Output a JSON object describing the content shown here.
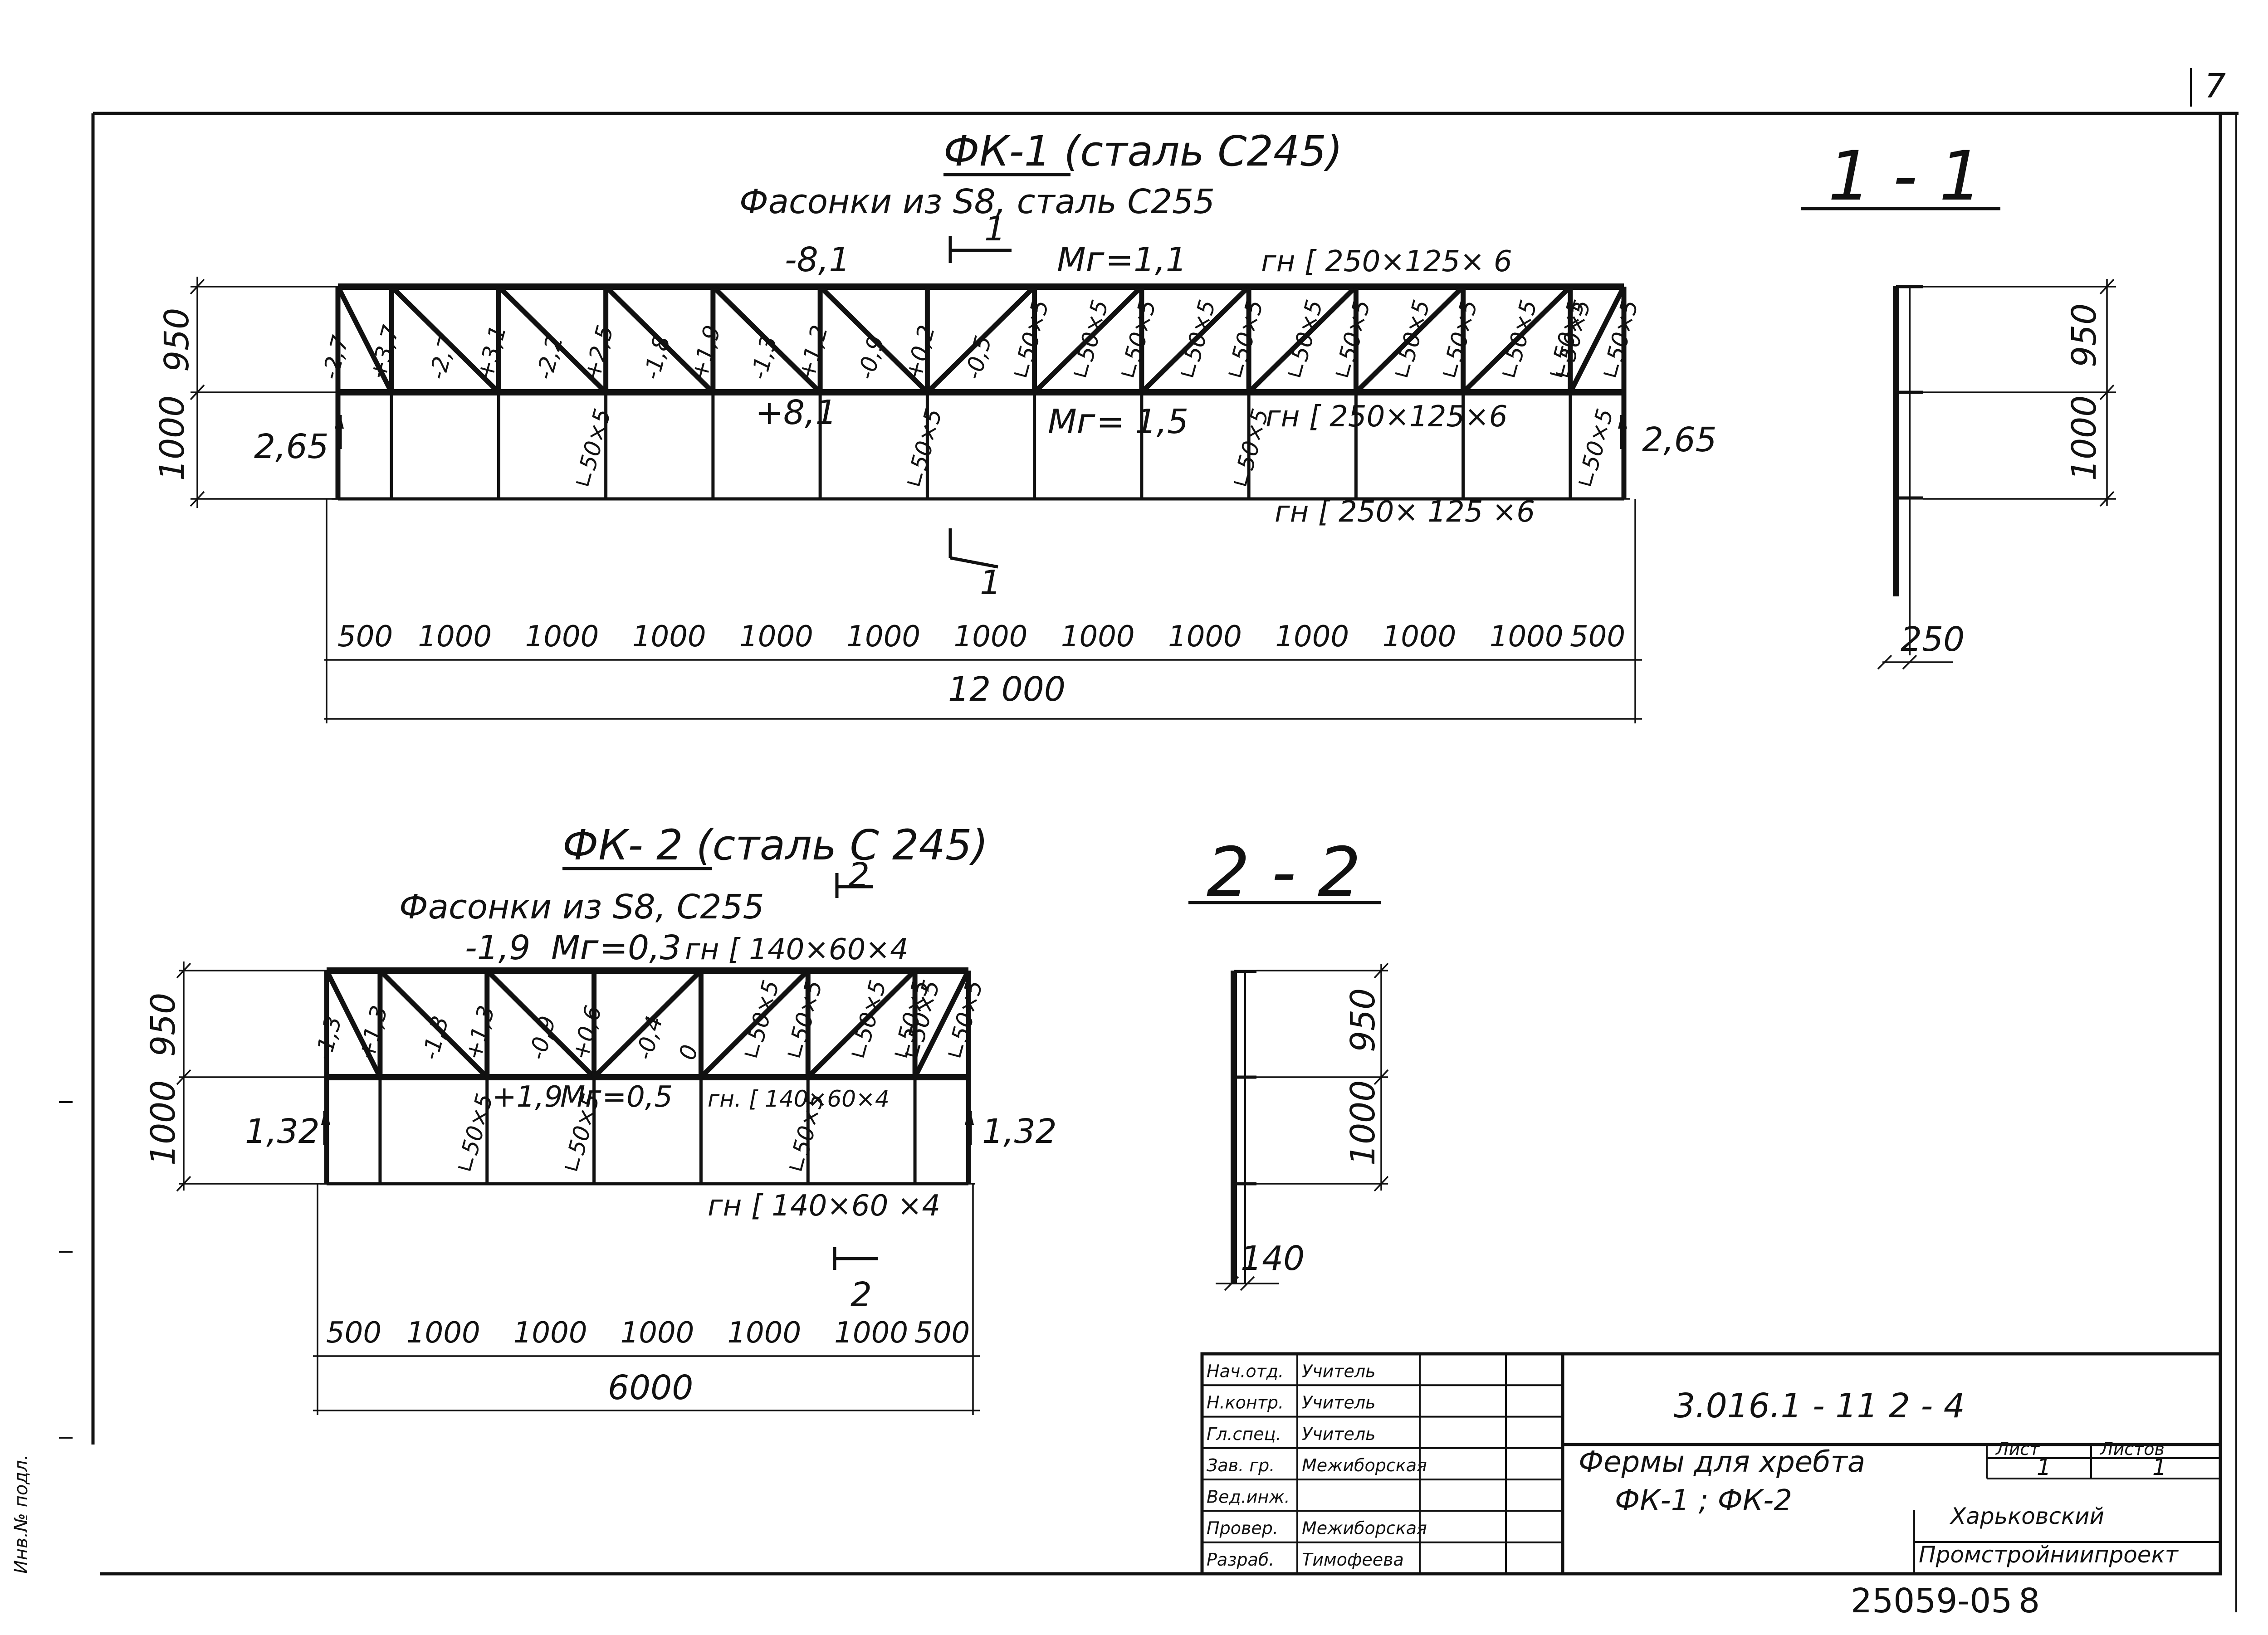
{
  "sheet_number": "7",
  "fk1": {
    "title": "ФК-1 (сталь С245)",
    "gussets": "Фасонки из S8, сталь С255",
    "section_mark_top": "1",
    "section_mark_bottom": "1",
    "top_force": "-8,1",
    "top_moment": "Мᴦ=1,1",
    "top_chord_profile": "гн [ 250×125× 6",
    "mid_force": "+8,1",
    "mid_moment": "Мᴦ= 1,5",
    "mid_chord_profile": "гн [ 250×125×6",
    "bottom_chord_profile": "гн [ 250× 125 ×6",
    "height_top": "950",
    "height_bottom": "1000",
    "support_left": "2,65",
    "support_right": "2,65",
    "panels": [
      "500",
      "1000",
      "1000",
      "1000",
      "1000",
      "1000",
      "1000",
      "1000",
      "1000",
      "1000",
      "1000",
      "1000",
      "500"
    ],
    "total": "12 000",
    "web_labels": [
      "-2,7",
      "+3,7",
      "-2,7",
      "+3,1",
      "-2,2",
      "+2,5",
      "-1,8",
      "+1,9",
      "-1,3",
      "+1,2",
      "-0,9",
      "+0,2",
      "-0,5",
      "∟50×5",
      "∟50×5",
      "∟50×5",
      "∟50×5",
      "∟50×5",
      "∟50×5",
      "∟50×5",
      "∟50×5",
      "∟50×5",
      "∟50×5",
      "∟50×5",
      "∟50×5",
      "∟50×5"
    ],
    "vertical_labels": [
      "∟50×5",
      "∟50×5",
      "∟50×5",
      "∟50×5"
    ]
  },
  "section11": {
    "title": "1 - 1",
    "h1": "950",
    "h2": "1000",
    "width": "250"
  },
  "fk2": {
    "title": "ФК- 2 (сталь С 245)",
    "gussets": "Фасонки из S8, С255",
    "section_mark_top": "2",
    "section_mark_bottom": "2",
    "top_force": "-1,9",
    "top_moment": "Мᴦ=0,3",
    "top_chord_profile": "гн [ 140×60×4",
    "mid_force": "+1,9",
    "mid_moment": "Мᴦ=0,5",
    "mid_chord_profile": "гн. [ 140×60×4",
    "bottom_chord_profile": "гн [ 140×60 ×4",
    "height_top": "950",
    "height_bottom": "1000",
    "support_left": "1,32",
    "support_right": "1,32",
    "panels": [
      "500",
      "1000",
      "1000",
      "1000",
      "1000",
      "1000",
      "500"
    ],
    "total": "6000",
    "web_labels": [
      "-1,3",
      "+1,3",
      "-1,3",
      "+1,3",
      "-0,9",
      "+0,6",
      "-0,4",
      "0",
      "∟50×5",
      "∟50×5",
      "∟50×5",
      "∟50×5",
      "∟50×5",
      "∟50×5",
      "∟50×5"
    ],
    "vertical_labels": [
      "∟50×5",
      "∟50×5",
      "∟50×5"
    ]
  },
  "section22": {
    "title": "2 - 2",
    "h1": "950",
    "h2": "1000",
    "width": "140"
  },
  "titleblock": {
    "code": "3.016.1 - 11 2 - 4",
    "rows": [
      {
        "role": "Нач.отд.",
        "name": "Учитель"
      },
      {
        "role": "Н.контр.",
        "name": "Учитель"
      },
      {
        "role": "Гл.спец.",
        "name": "Учитель"
      },
      {
        "role": "Зав. гр.",
        "name": "Межиборская"
      },
      {
        "role": "Вед.инж.",
        "name": ""
      },
      {
        "role": "Провер.",
        "name": "Межиборская"
      },
      {
        "role": "Разраб.",
        "name": "Тимофеева"
      }
    ],
    "description_1": "Фермы для хребта",
    "description_2": "ФК-1 ; ФК-2",
    "sheet_label": "Лист",
    "sheets_label": "Листов",
    "sheet_value": "1",
    "sheets_value": "1",
    "org_1": "Харьковский",
    "org_2": "Промстройниипроект"
  },
  "archive_number": "25059-05",
  "archive_page": "8",
  "margin_stamp": "Инв.№ подл."
}
